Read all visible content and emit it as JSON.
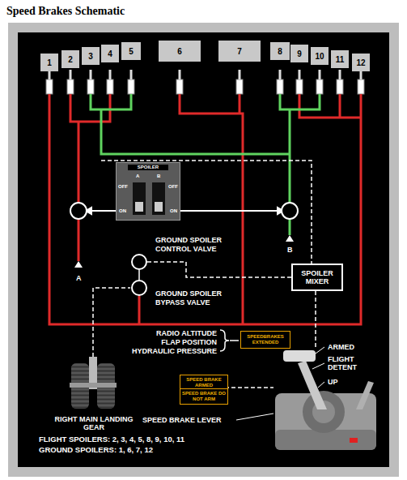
{
  "diagram": {
    "title": "Speed Brakes Schematic",
    "nodes": [
      {
        "text": [
          "1"
        ]
      },
      {
        "text": [
          "2"
        ]
      },
      {
        "text": [
          "3"
        ]
      },
      {
        "text": [
          "4"
        ]
      },
      {
        "text": [
          "5"
        ]
      },
      {
        "text": [
          "6"
        ]
      },
      {
        "text": [
          "7"
        ]
      },
      {
        "text": [
          "8"
        ]
      },
      {
        "text": [
          "9"
        ]
      },
      {
        "text": [
          "10"
        ]
      },
      {
        "text": [
          "11"
        ]
      },
      {
        "text": [
          "12"
        ]
      },
      {
        "text": [
          "SPOILER",
          "A",
          "B",
          "OFF",
          "ON",
          "OFF",
          "ON"
        ]
      },
      {
        "text": [
          "GROUND SPOILER CONTROL VALVE"
        ]
      },
      {
        "text": [
          "GROUND SPOILER BYPASS VALVE"
        ]
      },
      {
        "text": [
          "SPOILER MIXER"
        ]
      },
      {
        "text": [
          "SPEEDBRAKES EXTENDED"
        ]
      },
      {
        "text": [
          "SPEED BRAKE ARMED"
        ]
      },
      {
        "text": [
          "SPEED BRAKE DO NOT ARM"
        ]
      }
    ],
    "edges": [
      {
        "from": 15,
        "to": 13,
        "arrow": "none"
      },
      {
        "from": 13,
        "to": 14,
        "arrow": "none"
      }
    ],
    "labels": [
      "A",
      "B",
      "RADIO ALTITUDE",
      "FLAP POSITION",
      "HYDRAULIC PRESSURE",
      "ARMED",
      "FLIGHT DETENT",
      "UP",
      "SPEED BRAKE LEVER",
      "RIGHT MAIN LANDING GEAR",
      "FLIGHT SPOILERS: 2, 3, 4, 5, 8, 9, 10, 11",
      "GROUND SPOILERS: 1, 6, 7, 12"
    ]
  }
}
